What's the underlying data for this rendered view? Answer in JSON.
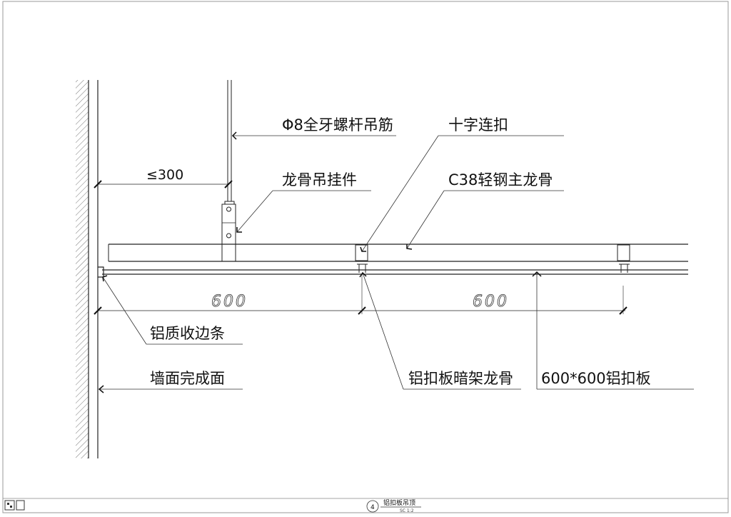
{
  "callouts": {
    "rod": "Φ8全牙螺杆吊筋",
    "hanger": "龙骨吊挂件",
    "cross_clip": "十字连扣",
    "main_keel": "C38轻钢主龙骨",
    "edge_strip": "铝质收边条",
    "wall_finish": "墙面完成面",
    "hidden_keel": "铝扣板暗架龙骨",
    "panel": "600*600铝扣板"
  },
  "dimensions": {
    "max_offset": "≤300",
    "span_1": "600",
    "span_2": "600"
  },
  "title_block": {
    "number": "4",
    "title": "铝扣板吊顶",
    "scale": "SC 1:2"
  }
}
